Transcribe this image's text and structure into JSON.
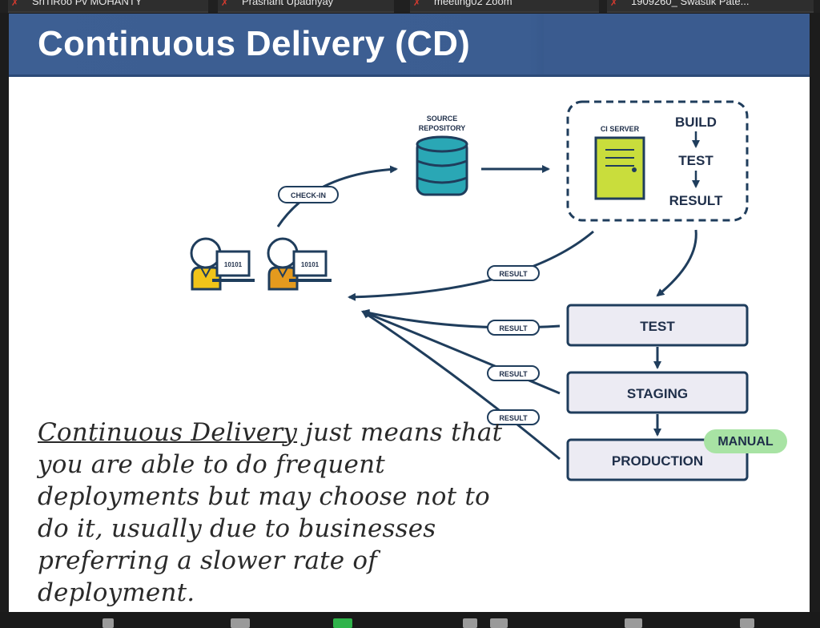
{
  "participants": [
    {
      "name": "SriTiRoo Pv MOHANTY"
    },
    {
      "name": "Prashant Upadhyay"
    },
    {
      "name": "meeting02 Zoom"
    },
    {
      "name": "1909260_ Swastik Pate..."
    }
  ],
  "slide": {
    "title": "Continuous Delivery (CD)",
    "caption_term": "Continuous Delivery",
    "caption_rest": " just means that you are able to do frequent deployments but may choose not to do it, usually due to businesses preferring a slower rate of deployment."
  },
  "diagram": {
    "source_repository": [
      "SOURCE",
      "REPOSITORY"
    ],
    "ci_server": "CI SERVER",
    "build": "BUILD",
    "test_small": "TEST",
    "result_small": "RESULT",
    "checkin": "CHECK-IN",
    "result_tag": "RESULT",
    "binary_code": "10101",
    "stages": [
      "TEST",
      "STAGING",
      "PRODUCTION"
    ],
    "manual": "MANUAL"
  },
  "colors": {
    "header": "#3b5d91",
    "navy": "#1f3d5c",
    "teal": "#2aa7b5",
    "ci_green": "#c9dd3c",
    "stage_fill": "#ecebf3",
    "manual_bg": "#a8e3a4",
    "person_yellow": "#f0c419",
    "person_orange": "#e49a1e"
  }
}
